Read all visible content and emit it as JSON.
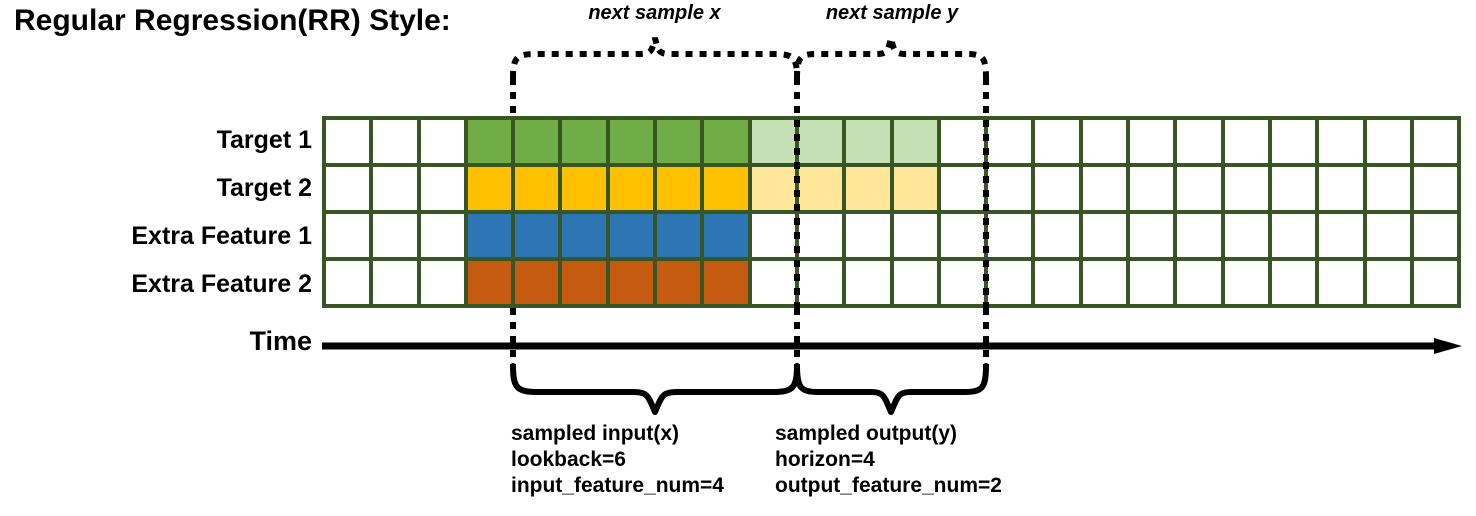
{
  "title": "Regular Regression(RR) Style:",
  "rows": [
    {
      "label": "Target 1",
      "name": "target-1"
    },
    {
      "label": "Target 2",
      "name": "target-2"
    },
    {
      "label": "Extra Feature 1",
      "name": "extra-feature-1"
    },
    {
      "label": "Extra Feature 2",
      "name": "extra-feature-2"
    }
  ],
  "grid": {
    "columns": 24,
    "lead_blank": 3,
    "input_span": 6,
    "output_span": 4,
    "trailing_blank": 11,
    "border_color": "#375623",
    "blank_color": "#ffffff",
    "row_fills": [
      {
        "solid": "#70ad47",
        "faded": "#c5e0b4",
        "has_output": true
      },
      {
        "solid": "#ffc000",
        "faded": "#ffe699",
        "has_output": true
      },
      {
        "solid": "#2e75b6",
        "faded": "#ffffff",
        "has_output": false
      },
      {
        "solid": "#c55a11",
        "faded": "#ffffff",
        "has_output": false
      }
    ]
  },
  "time_axis": {
    "label": "Time",
    "arrow_color": "#000000"
  },
  "top_notes": {
    "next_x": "next sample x",
    "next_y": "next sample y"
  },
  "bottom_notes": {
    "input": {
      "line1": "sampled input(x)",
      "line2": "lookback=6",
      "line3": "input_feature_num=4"
    },
    "output": {
      "line1": "sampled output(y)",
      "line2": "horizon=4",
      "line3": "output_feature_num=2"
    }
  }
}
